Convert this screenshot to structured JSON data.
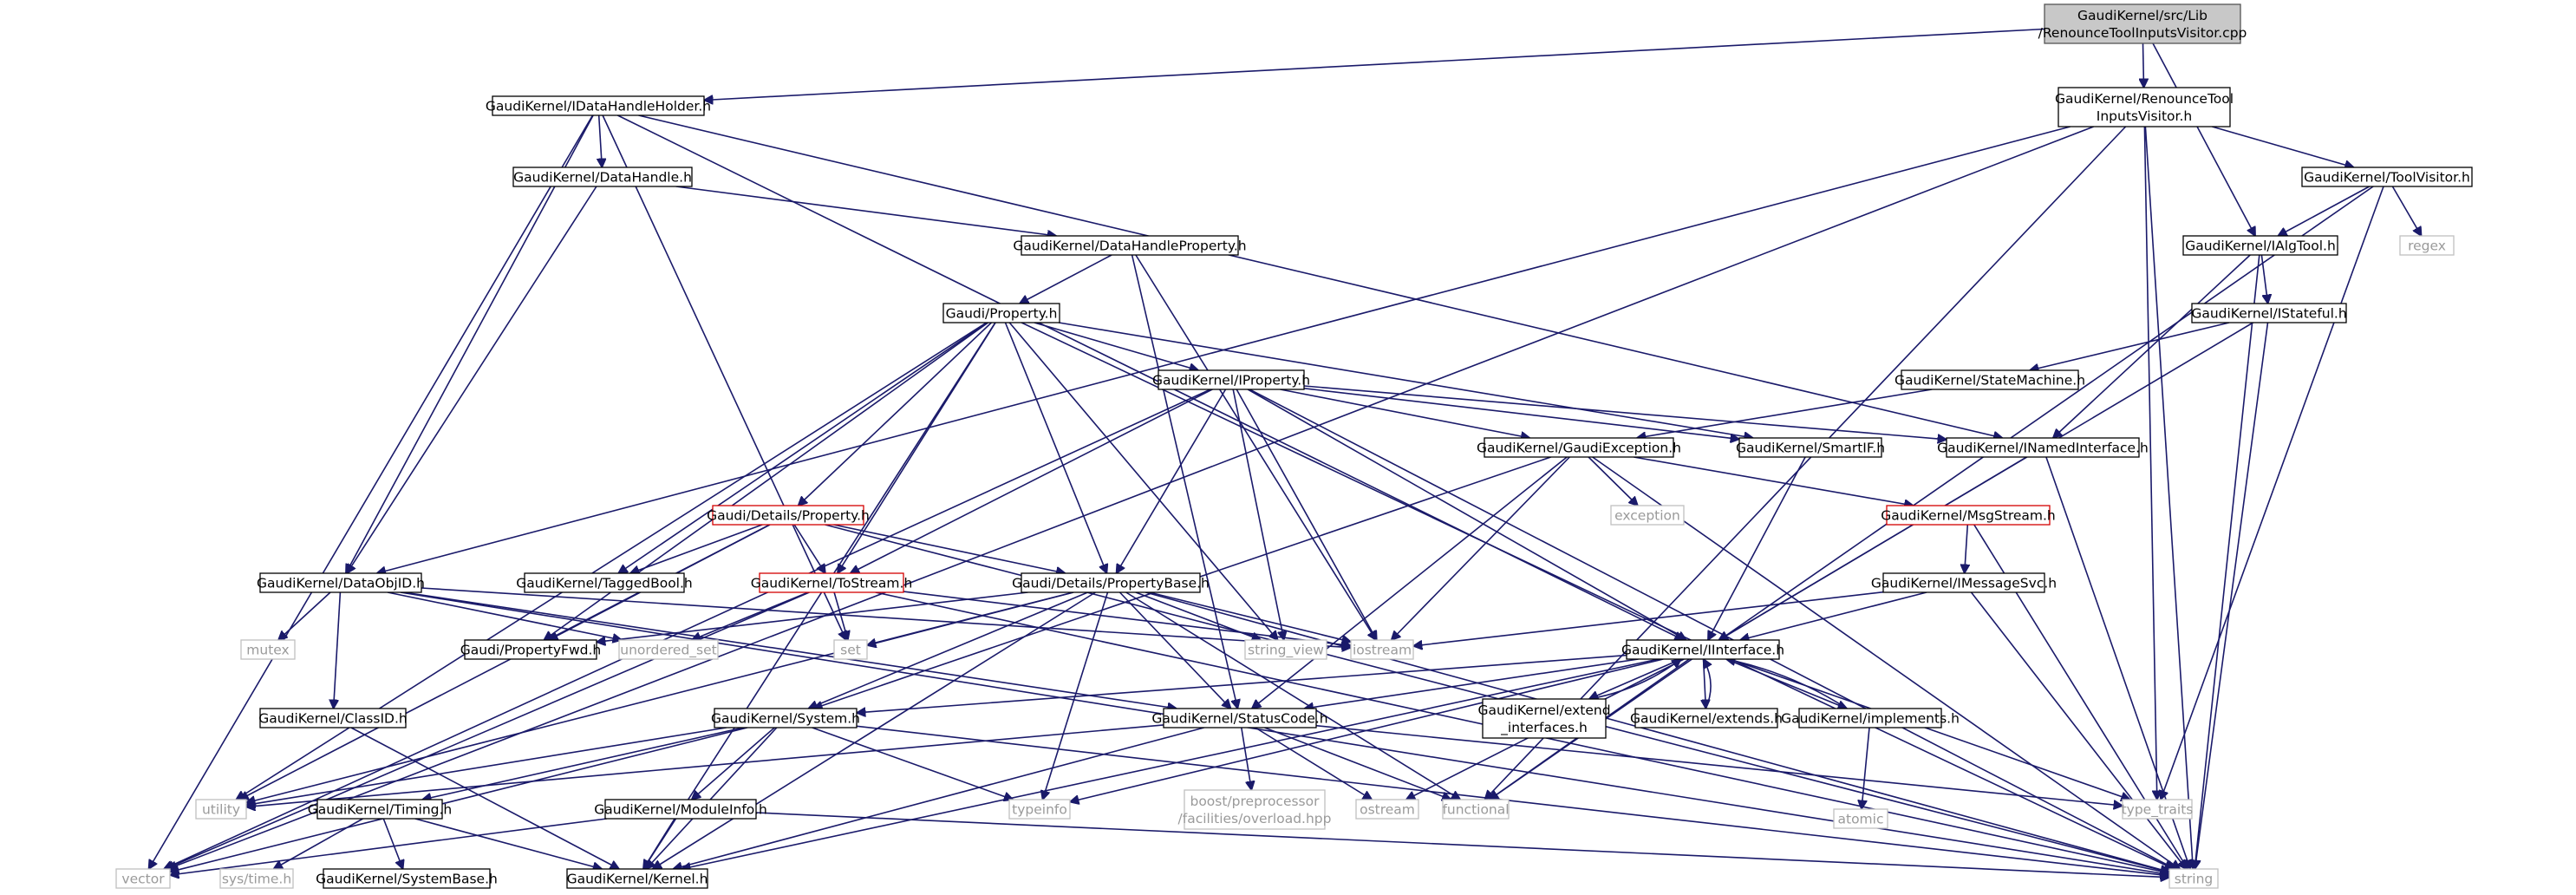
{
  "graph": {
    "nodes": [
      {
        "id": "root",
        "lines": [
          "GaudiKernel/src/Lib",
          "/RenounceToolInputsVisitor.cpp"
        ],
        "style": "root"
      },
      {
        "id": "IDataHandleHolder",
        "lines": [
          "GaudiKernel/IDataHandleHolder.h"
        ],
        "style": "normal"
      },
      {
        "id": "RenounceToolInputsVisitor",
        "lines": [
          "GaudiKernel/RenounceTool",
          "InputsVisitor.h"
        ],
        "style": "normal"
      },
      {
        "id": "DataHandle",
        "lines": [
          "GaudiKernel/DataHandle.h"
        ],
        "style": "normal"
      },
      {
        "id": "ToolVisitor",
        "lines": [
          "GaudiKernel/ToolVisitor.h"
        ],
        "style": "normal"
      },
      {
        "id": "DataHandleProperty",
        "lines": [
          "GaudiKernel/DataHandleProperty.h"
        ],
        "style": "normal"
      },
      {
        "id": "IAlgTool",
        "lines": [
          "GaudiKernel/IAlgTool.h"
        ],
        "style": "normal"
      },
      {
        "id": "regex",
        "lines": [
          "regex"
        ],
        "style": "sys"
      },
      {
        "id": "Property",
        "lines": [
          "Gaudi/Property.h"
        ],
        "style": "normal"
      },
      {
        "id": "IStateful",
        "lines": [
          "GaudiKernel/IStateful.h"
        ],
        "style": "normal"
      },
      {
        "id": "IProperty",
        "lines": [
          "GaudiKernel/IProperty.h"
        ],
        "style": "normal"
      },
      {
        "id": "StateMachine",
        "lines": [
          "GaudiKernel/StateMachine.h"
        ],
        "style": "normal"
      },
      {
        "id": "GaudiException",
        "lines": [
          "GaudiKernel/GaudiException.h"
        ],
        "style": "normal"
      },
      {
        "id": "SmartIF",
        "lines": [
          "GaudiKernel/SmartIF.h"
        ],
        "style": "normal"
      },
      {
        "id": "INamedInterface",
        "lines": [
          "GaudiKernel/INamedInterface.h"
        ],
        "style": "normal"
      },
      {
        "id": "DetailsProperty",
        "lines": [
          "Gaudi/Details/Property.h"
        ],
        "style": "red"
      },
      {
        "id": "exception",
        "lines": [
          "exception"
        ],
        "style": "sys"
      },
      {
        "id": "MsgStream",
        "lines": [
          "GaudiKernel/MsgStream.h"
        ],
        "style": "red"
      },
      {
        "id": "DataObjID",
        "lines": [
          "GaudiKernel/DataObjID.h"
        ],
        "style": "normal"
      },
      {
        "id": "TaggedBool",
        "lines": [
          "GaudiKernel/TaggedBool.h"
        ],
        "style": "normal"
      },
      {
        "id": "ToStream",
        "lines": [
          "GaudiKernel/ToStream.h"
        ],
        "style": "red"
      },
      {
        "id": "PropertyBase",
        "lines": [
          "Gaudi/Details/PropertyBase.h"
        ],
        "style": "normal"
      },
      {
        "id": "IMessageSvc",
        "lines": [
          "GaudiKernel/IMessageSvc.h"
        ],
        "style": "normal"
      },
      {
        "id": "mutex",
        "lines": [
          "mutex"
        ],
        "style": "sys"
      },
      {
        "id": "PropertyFwd",
        "lines": [
          "Gaudi/PropertyFwd.h"
        ],
        "style": "normal"
      },
      {
        "id": "unordered_set",
        "lines": [
          "unordered_set"
        ],
        "style": "sys"
      },
      {
        "id": "set",
        "lines": [
          "set"
        ],
        "style": "sys"
      },
      {
        "id": "string_view",
        "lines": [
          "string_view"
        ],
        "style": "sys"
      },
      {
        "id": "iostream",
        "lines": [
          "iostream"
        ],
        "style": "sys"
      },
      {
        "id": "IInterface",
        "lines": [
          "GaudiKernel/IInterface.h"
        ],
        "style": "normal"
      },
      {
        "id": "ClassID",
        "lines": [
          "GaudiKernel/ClassID.h"
        ],
        "style": "normal"
      },
      {
        "id": "System",
        "lines": [
          "GaudiKernel/System.h"
        ],
        "style": "normal"
      },
      {
        "id": "StatusCode",
        "lines": [
          "GaudiKernel/StatusCode.h"
        ],
        "style": "normal"
      },
      {
        "id": "extend_interfaces",
        "lines": [
          "GaudiKernel/extend",
          "_interfaces.h"
        ],
        "style": "normal"
      },
      {
        "id": "extends",
        "lines": [
          "GaudiKernel/extends.h"
        ],
        "style": "normal"
      },
      {
        "id": "implements",
        "lines": [
          "GaudiKernel/implements.h"
        ],
        "style": "normal"
      },
      {
        "id": "utility",
        "lines": [
          "utility"
        ],
        "style": "sys"
      },
      {
        "id": "Timing",
        "lines": [
          "GaudiKernel/Timing.h"
        ],
        "style": "normal"
      },
      {
        "id": "ModuleInfo",
        "lines": [
          "GaudiKernel/ModuleInfo.h"
        ],
        "style": "normal"
      },
      {
        "id": "typeinfo",
        "lines": [
          "typeinfo"
        ],
        "style": "sys"
      },
      {
        "id": "boost",
        "lines": [
          "boost/preprocessor",
          "/facilities/overload.hpp"
        ],
        "style": "sys"
      },
      {
        "id": "ostream",
        "lines": [
          "ostream"
        ],
        "style": "sys"
      },
      {
        "id": "functional",
        "lines": [
          "functional"
        ],
        "style": "sys"
      },
      {
        "id": "atomic",
        "lines": [
          "atomic"
        ],
        "style": "sys"
      },
      {
        "id": "type_traits",
        "lines": [
          "type_traits"
        ],
        "style": "sys"
      },
      {
        "id": "vector",
        "lines": [
          "vector"
        ],
        "style": "sys"
      },
      {
        "id": "sys_time",
        "lines": [
          "sys/time.h"
        ],
        "style": "sys"
      },
      {
        "id": "SystemBase",
        "lines": [
          "GaudiKernel/SystemBase.h"
        ],
        "style": "normal"
      },
      {
        "id": "Kernel",
        "lines": [
          "GaudiKernel/Kernel.h"
        ],
        "style": "normal"
      },
      {
        "id": "string",
        "lines": [
          "string"
        ],
        "style": "sys"
      }
    ],
    "edges": [
      [
        "root",
        "IDataHandleHolder"
      ],
      [
        "root",
        "RenounceToolInputsVisitor"
      ],
      [
        "root",
        "IAlgTool"
      ],
      [
        "IDataHandleHolder",
        "DataHandle"
      ],
      [
        "IDataHandleHolder",
        "DataObjID"
      ],
      [
        "IDataHandleHolder",
        "vector"
      ],
      [
        "IDataHandleHolder",
        "set"
      ],
      [
        "IDataHandleHolder",
        "IInterface"
      ],
      [
        "IDataHandleHolder",
        "INamedInterface"
      ],
      [
        "RenounceToolInputsVisitor",
        "ToolVisitor"
      ],
      [
        "RenounceToolInputsVisitor",
        "DataObjID"
      ],
      [
        "RenounceToolInputsVisitor",
        "vector"
      ],
      [
        "RenounceToolInputsVisitor",
        "string"
      ],
      [
        "RenounceToolInputsVisitor",
        "functional"
      ],
      [
        "RenounceToolInputsVisitor",
        "type_traits"
      ],
      [
        "DataHandle",
        "DataHandleProperty"
      ],
      [
        "DataHandle",
        "DataObjID"
      ],
      [
        "ToolVisitor",
        "IAlgTool"
      ],
      [
        "ToolVisitor",
        "regex"
      ],
      [
        "ToolVisitor",
        "functional"
      ],
      [
        "ToolVisitor",
        "type_traits"
      ],
      [
        "DataHandleProperty",
        "Property"
      ],
      [
        "DataHandleProperty",
        "iostream"
      ],
      [
        "DataHandleProperty",
        "StatusCode"
      ],
      [
        "IAlgTool",
        "IStateful"
      ],
      [
        "IAlgTool",
        "INamedInterface"
      ],
      [
        "IAlgTool",
        "string"
      ],
      [
        "IStateful",
        "StateMachine"
      ],
      [
        "IStateful",
        "IInterface"
      ],
      [
        "IStateful",
        "string"
      ],
      [
        "StateMachine",
        "GaudiException"
      ],
      [
        "Property",
        "IProperty"
      ],
      [
        "Property",
        "DetailsProperty"
      ],
      [
        "Property",
        "PropertyBase"
      ],
      [
        "Property",
        "ToStream"
      ],
      [
        "Property",
        "TaggedBool"
      ],
      [
        "Property",
        "PropertyFwd"
      ],
      [
        "Property",
        "utility"
      ],
      [
        "Property",
        "Kernel"
      ],
      [
        "Property",
        "string"
      ],
      [
        "Property",
        "string_view"
      ],
      [
        "Property",
        "SmartIF"
      ],
      [
        "IProperty",
        "GaudiException"
      ],
      [
        "IProperty",
        "SmartIF"
      ],
      [
        "IProperty",
        "INamedInterface"
      ],
      [
        "IProperty",
        "IInterface"
      ],
      [
        "IProperty",
        "PropertyBase"
      ],
      [
        "IProperty",
        "ToStream"
      ],
      [
        "IProperty",
        "iostream"
      ],
      [
        "IProperty",
        "string_view"
      ],
      [
        "IProperty",
        "vector"
      ],
      [
        "IProperty",
        "string"
      ],
      [
        "GaudiException",
        "exception"
      ],
      [
        "GaudiException",
        "MsgStream"
      ],
      [
        "GaudiException",
        "StatusCode"
      ],
      [
        "GaudiException",
        "System"
      ],
      [
        "GaudiException",
        "iostream"
      ],
      [
        "GaudiException",
        "string"
      ],
      [
        "SmartIF",
        "IInterface"
      ],
      [
        "INamedInterface",
        "IInterface"
      ],
      [
        "INamedInterface",
        "string"
      ],
      [
        "DetailsProperty",
        "PropertyBase"
      ],
      [
        "DetailsProperty",
        "TaggedBool"
      ],
      [
        "DetailsProperty",
        "ToStream"
      ],
      [
        "DetailsProperty",
        "PropertyFwd"
      ],
      [
        "DetailsProperty",
        "utility"
      ],
      [
        "DetailsProperty",
        "string"
      ],
      [
        "MsgStream",
        "IMessageSvc"
      ],
      [
        "MsgStream",
        "string"
      ],
      [
        "DataObjID",
        "mutex"
      ],
      [
        "DataObjID",
        "ClassID"
      ],
      [
        "DataObjID",
        "iostream"
      ],
      [
        "DataObjID",
        "unordered_set"
      ],
      [
        "DataObjID",
        "string"
      ],
      [
        "DataObjID",
        "StatusCode"
      ],
      [
        "ToStream",
        "set"
      ],
      [
        "ToStream",
        "unordered_set"
      ],
      [
        "ToStream",
        "iostream"
      ],
      [
        "ToStream",
        "vector"
      ],
      [
        "ToStream",
        "string"
      ],
      [
        "PropertyBase",
        "PropertyFwd"
      ],
      [
        "PropertyBase",
        "set"
      ],
      [
        "PropertyBase",
        "string_view"
      ],
      [
        "PropertyBase",
        "iostream"
      ],
      [
        "PropertyBase",
        "System"
      ],
      [
        "PropertyBase",
        "StatusCode"
      ],
      [
        "PropertyBase",
        "typeinfo"
      ],
      [
        "PropertyBase",
        "functional"
      ],
      [
        "PropertyBase",
        "utility"
      ],
      [
        "PropertyBase",
        "Kernel"
      ],
      [
        "PropertyBase",
        "string"
      ],
      [
        "IMessageSvc",
        "IInterface"
      ],
      [
        "IMessageSvc",
        "iostream"
      ],
      [
        "IMessageSvc",
        "string"
      ],
      [
        "IInterface",
        "System"
      ],
      [
        "IInterface",
        "StatusCode"
      ],
      [
        "IInterface",
        "extend_interfaces"
      ],
      [
        "IInterface",
        "extends"
      ],
      [
        "IInterface",
        "implements"
      ],
      [
        "IInterface",
        "typeinfo"
      ],
      [
        "IInterface",
        "ostream"
      ],
      [
        "IInterface",
        "functional"
      ],
      [
        "IInterface",
        "type_traits"
      ],
      [
        "IInterface",
        "Kernel"
      ],
      [
        "extend_interfaces",
        "IInterface"
      ],
      [
        "extends",
        "IInterface"
      ],
      [
        "implements",
        "IInterface"
      ],
      [
        "implements",
        "atomic"
      ],
      [
        "ClassID",
        "Kernel"
      ],
      [
        "System",
        "Timing"
      ],
      [
        "System",
        "ModuleInfo"
      ],
      [
        "System",
        "typeinfo"
      ],
      [
        "System",
        "utility"
      ],
      [
        "System",
        "vector"
      ],
      [
        "System",
        "Kernel"
      ],
      [
        "System",
        "string"
      ],
      [
        "StatusCode",
        "boost"
      ],
      [
        "StatusCode",
        "ostream"
      ],
      [
        "StatusCode",
        "functional"
      ],
      [
        "StatusCode",
        "type_traits"
      ],
      [
        "StatusCode",
        "utility"
      ],
      [
        "StatusCode",
        "Kernel"
      ],
      [
        "Timing",
        "sys_time"
      ],
      [
        "Timing",
        "SystemBase"
      ],
      [
        "Timing",
        "Kernel"
      ],
      [
        "ModuleInfo",
        "vector"
      ],
      [
        "ModuleInfo",
        "string"
      ],
      [
        "ModuleInfo",
        "Kernel"
      ]
    ]
  }
}
